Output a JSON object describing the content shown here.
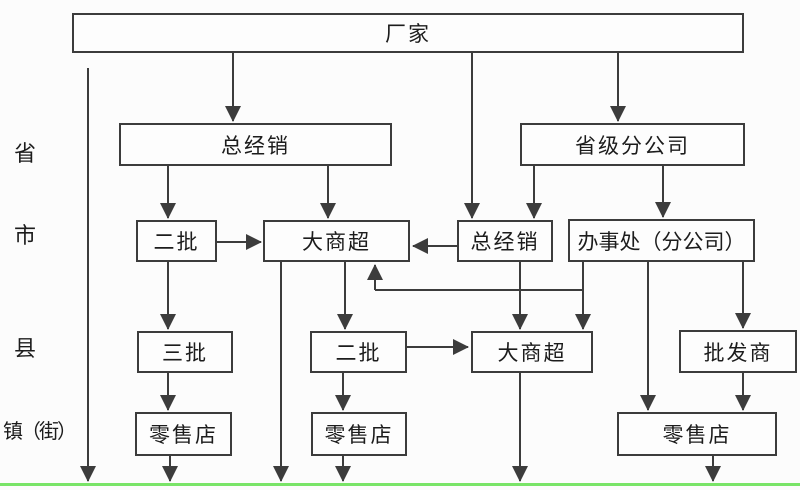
{
  "diagram": {
    "description": "Distribution channel flowchart (Chinese) from factory to retail stores",
    "levels": [
      "省",
      "市",
      "县",
      "镇（街）"
    ],
    "nodes": {
      "factory": "厂家",
      "gd_l2": "总经销",
      "provincial_branch": "省级分公司",
      "erpi_l3": "二批",
      "dsc_l3": "大商超",
      "gd_l3": "总经销",
      "office": "办事处（分公司）",
      "sanpi": "三批",
      "erpi_l4": "二批",
      "dsc_l4": "大商超",
      "wholesaler": "批发商",
      "retail_a": "零售店",
      "retail_b": "零售店",
      "retail_c": "零售店"
    },
    "edges": [
      {
        "from": "factory",
        "to": "gd_l2"
      },
      {
        "from": "factory",
        "to": "gd_l3"
      },
      {
        "from": "factory",
        "to": "provincial_branch"
      },
      {
        "from": "gd_l2",
        "to": "erpi_l3"
      },
      {
        "from": "gd_l2",
        "to": "dsc_l3"
      },
      {
        "from": "provincial_branch",
        "to": "gd_l3"
      },
      {
        "from": "provincial_branch",
        "to": "office"
      },
      {
        "from": "erpi_l3",
        "to": "dsc_l3"
      },
      {
        "from": "gd_l3",
        "to": "dsc_l3"
      },
      {
        "from": "office",
        "to": "dsc_l3"
      },
      {
        "from": "erpi_l3",
        "to": "sanpi"
      },
      {
        "from": "dsc_l3",
        "to": "bottom"
      },
      {
        "from": "dsc_l3",
        "to": "erpi_l4"
      },
      {
        "from": "gd_l3",
        "to": "dsc_l4"
      },
      {
        "from": "office",
        "to": "dsc_l4"
      },
      {
        "from": "office",
        "to": "retail_c"
      },
      {
        "from": "office",
        "to": "wholesaler"
      },
      {
        "from": "sanpi",
        "to": "retail_a"
      },
      {
        "from": "erpi_l4",
        "to": "retail_b"
      },
      {
        "from": "erpi_l4",
        "to": "dsc_l4"
      },
      {
        "from": "dsc_l4",
        "to": "bottom"
      },
      {
        "from": "wholesaler",
        "to": "retail_c"
      },
      {
        "from": "retail_a",
        "to": "bottom"
      },
      {
        "from": "retail_b",
        "to": "bottom"
      },
      {
        "from": "retail_c",
        "to": "bottom"
      }
    ],
    "colors": {
      "line": "#3c3c3c",
      "box_border": "#3c3c3c",
      "background": "#fcfcfc",
      "baseline_green": "#79e468"
    }
  }
}
